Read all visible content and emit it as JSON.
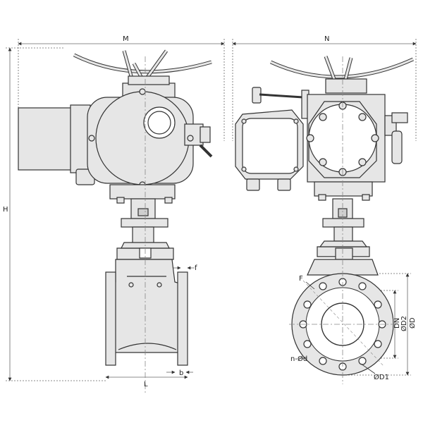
{
  "drawing": {
    "colors": {
      "fill": "#e6e6e6",
      "fill_dark": "#cfcfcf",
      "stroke": "#333333",
      "dim_line": "#666666",
      "center_line": "#888888",
      "background": "#ffffff"
    },
    "labels": {
      "M": "M",
      "N": "N",
      "H": "H",
      "L": "L",
      "f": "f",
      "b": "b",
      "F": "F",
      "DN": "DN",
      "D2": "ØD2",
      "D": "ØD",
      "D1": "ØD1",
      "nd": "n-Ød"
    },
    "views": [
      "front-view",
      "side-view"
    ]
  }
}
